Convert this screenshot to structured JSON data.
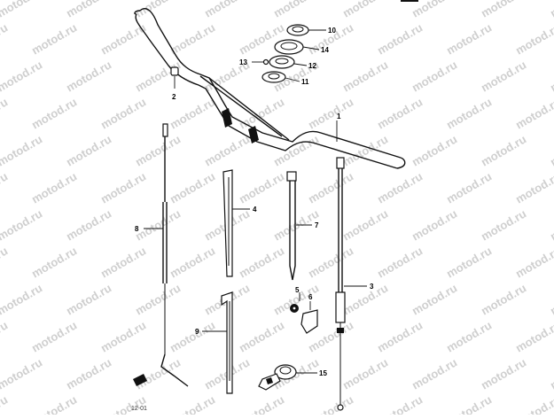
{
  "watermark": {
    "text": "motod.ru"
  },
  "callouts": [
    {
      "id": "1",
      "label": "1"
    },
    {
      "id": "2",
      "label": "2"
    },
    {
      "id": "3",
      "label": "3"
    },
    {
      "id": "4",
      "label": "4"
    },
    {
      "id": "5",
      "label": "5"
    },
    {
      "id": "6",
      "label": "6"
    },
    {
      "id": "7",
      "label": "7"
    },
    {
      "id": "8",
      "label": "8"
    },
    {
      "id": "9",
      "label": "9"
    },
    {
      "id": "10",
      "label": "10"
    },
    {
      "id": "11",
      "label": "11"
    },
    {
      "id": "12",
      "label": "12"
    },
    {
      "id": "13",
      "label": "13"
    },
    {
      "id": "14",
      "label": "14"
    },
    {
      "id": "15",
      "label": "15"
    }
  ],
  "page_code": "12-01"
}
